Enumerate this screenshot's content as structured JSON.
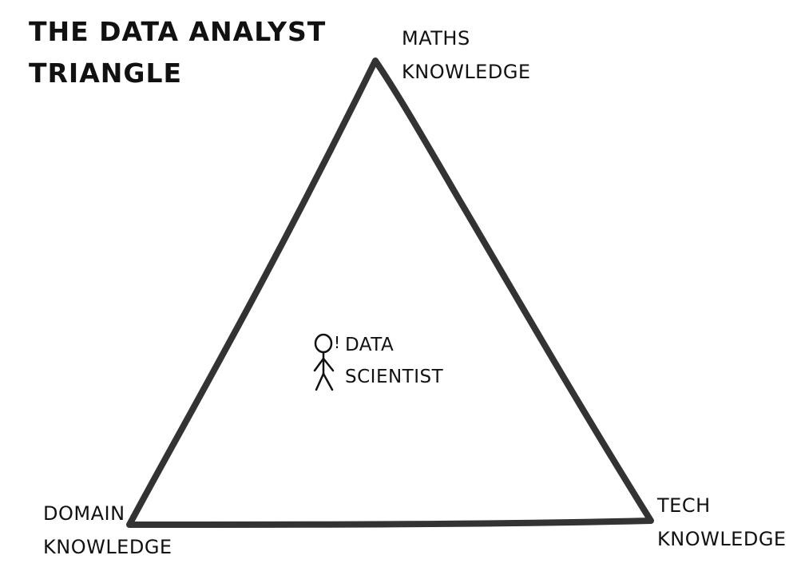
{
  "title": {
    "line1": "THE DATA ANALYST",
    "line2": "TRIANGLE"
  },
  "vertices": {
    "top": {
      "line1": "MATHS",
      "line2": "KNOWLEDGE"
    },
    "bottom_left": {
      "line1": "DOMAIN",
      "line2": "KNOWLEDGE"
    },
    "bottom_right": {
      "line1": "TECH",
      "line2": "KNOWLEDGE"
    }
  },
  "center": {
    "exclamation": "!",
    "line1": "DATA",
    "line2": "SCIENTIST"
  },
  "colors": {
    "stroke": "#333333",
    "text": "#111111",
    "background": "#ffffff"
  }
}
